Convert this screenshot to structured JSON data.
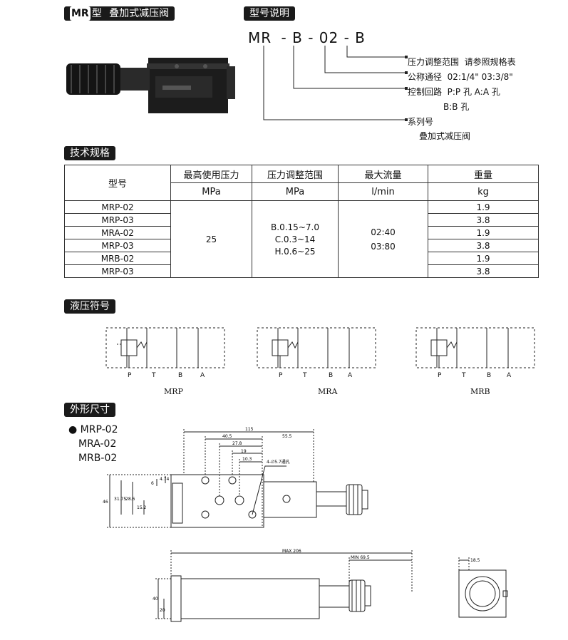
{
  "header": {
    "badge": "MR",
    "badge_suffix": "型",
    "title": "叠加式减压阀"
  },
  "model": {
    "title": "型号说明",
    "code": {
      "p1": "MR",
      "d1": "-",
      "p2": "B",
      "d2": "-",
      "p3": "02",
      "d3": "-",
      "p4": "B"
    },
    "annotations": [
      {
        "label": "压力调整范围",
        "value": "请参照规格表"
      },
      {
        "label": "公称通径",
        "value": "02:1/4\"  03:3/8\""
      },
      {
        "label": "控制回路",
        "value": "P:P 孔   A:A 孔"
      },
      {
        "label": "",
        "value": "B:B 孔"
      },
      {
        "label": "系列号",
        "value": ""
      },
      {
        "label": "",
        "value": "叠加式减压阀"
      }
    ]
  },
  "spec": {
    "title": "技术规格",
    "headers": [
      {
        "l1": "型号",
        "l2": ""
      },
      {
        "l1": "最高使用压力",
        "l2": "MPa"
      },
      {
        "l1": "压力调整范围",
        "l2": "MPa"
      },
      {
        "l1": "最大流量",
        "l2": "l/min"
      },
      {
        "l1": "重量",
        "l2": "kg"
      }
    ],
    "rows": [
      {
        "model": "MRP-02",
        "weight": "1.9"
      },
      {
        "model": "MRP-03",
        "weight": "3.8"
      },
      {
        "model": "MRA-02",
        "weight": "1.9"
      },
      {
        "model": "MRP-03",
        "weight": "3.8"
      },
      {
        "model": "MRB-02",
        "weight": "1.9"
      },
      {
        "model": "MRP-03",
        "weight": "3.8"
      }
    ],
    "max_pressure": "25",
    "ranges": [
      "B.0.15~7.0",
      "C.0.3~14",
      "H.0.6~25"
    ],
    "flows": [
      "02:40",
      "03:80"
    ]
  },
  "symbols": {
    "title": "液压符号",
    "ports": [
      "P",
      "T",
      "B",
      "A"
    ],
    "items": [
      "MRP",
      "MRA",
      "MRB"
    ]
  },
  "dims": {
    "title": "外形尺寸",
    "variants": [
      "MRP-02",
      "MRA-02",
      "MRB-02"
    ],
    "top": {
      "d115": "115",
      "d405": "40.5",
      "d555": "55.5",
      "d278": "27.8",
      "d19": "19",
      "d103": "10.3",
      "hole": "4-∅5.7通孔"
    },
    "left": {
      "d46": "46",
      "d3176": "31.75",
      "d286": "28.6",
      "d152": "15.2",
      "d6": "6",
      "d474": "4.74"
    },
    "bottom": {
      "max": "MAX 206",
      "min": "MIN 69.5",
      "d185": "18.5",
      "d40": "40",
      "d20": "20"
    }
  }
}
